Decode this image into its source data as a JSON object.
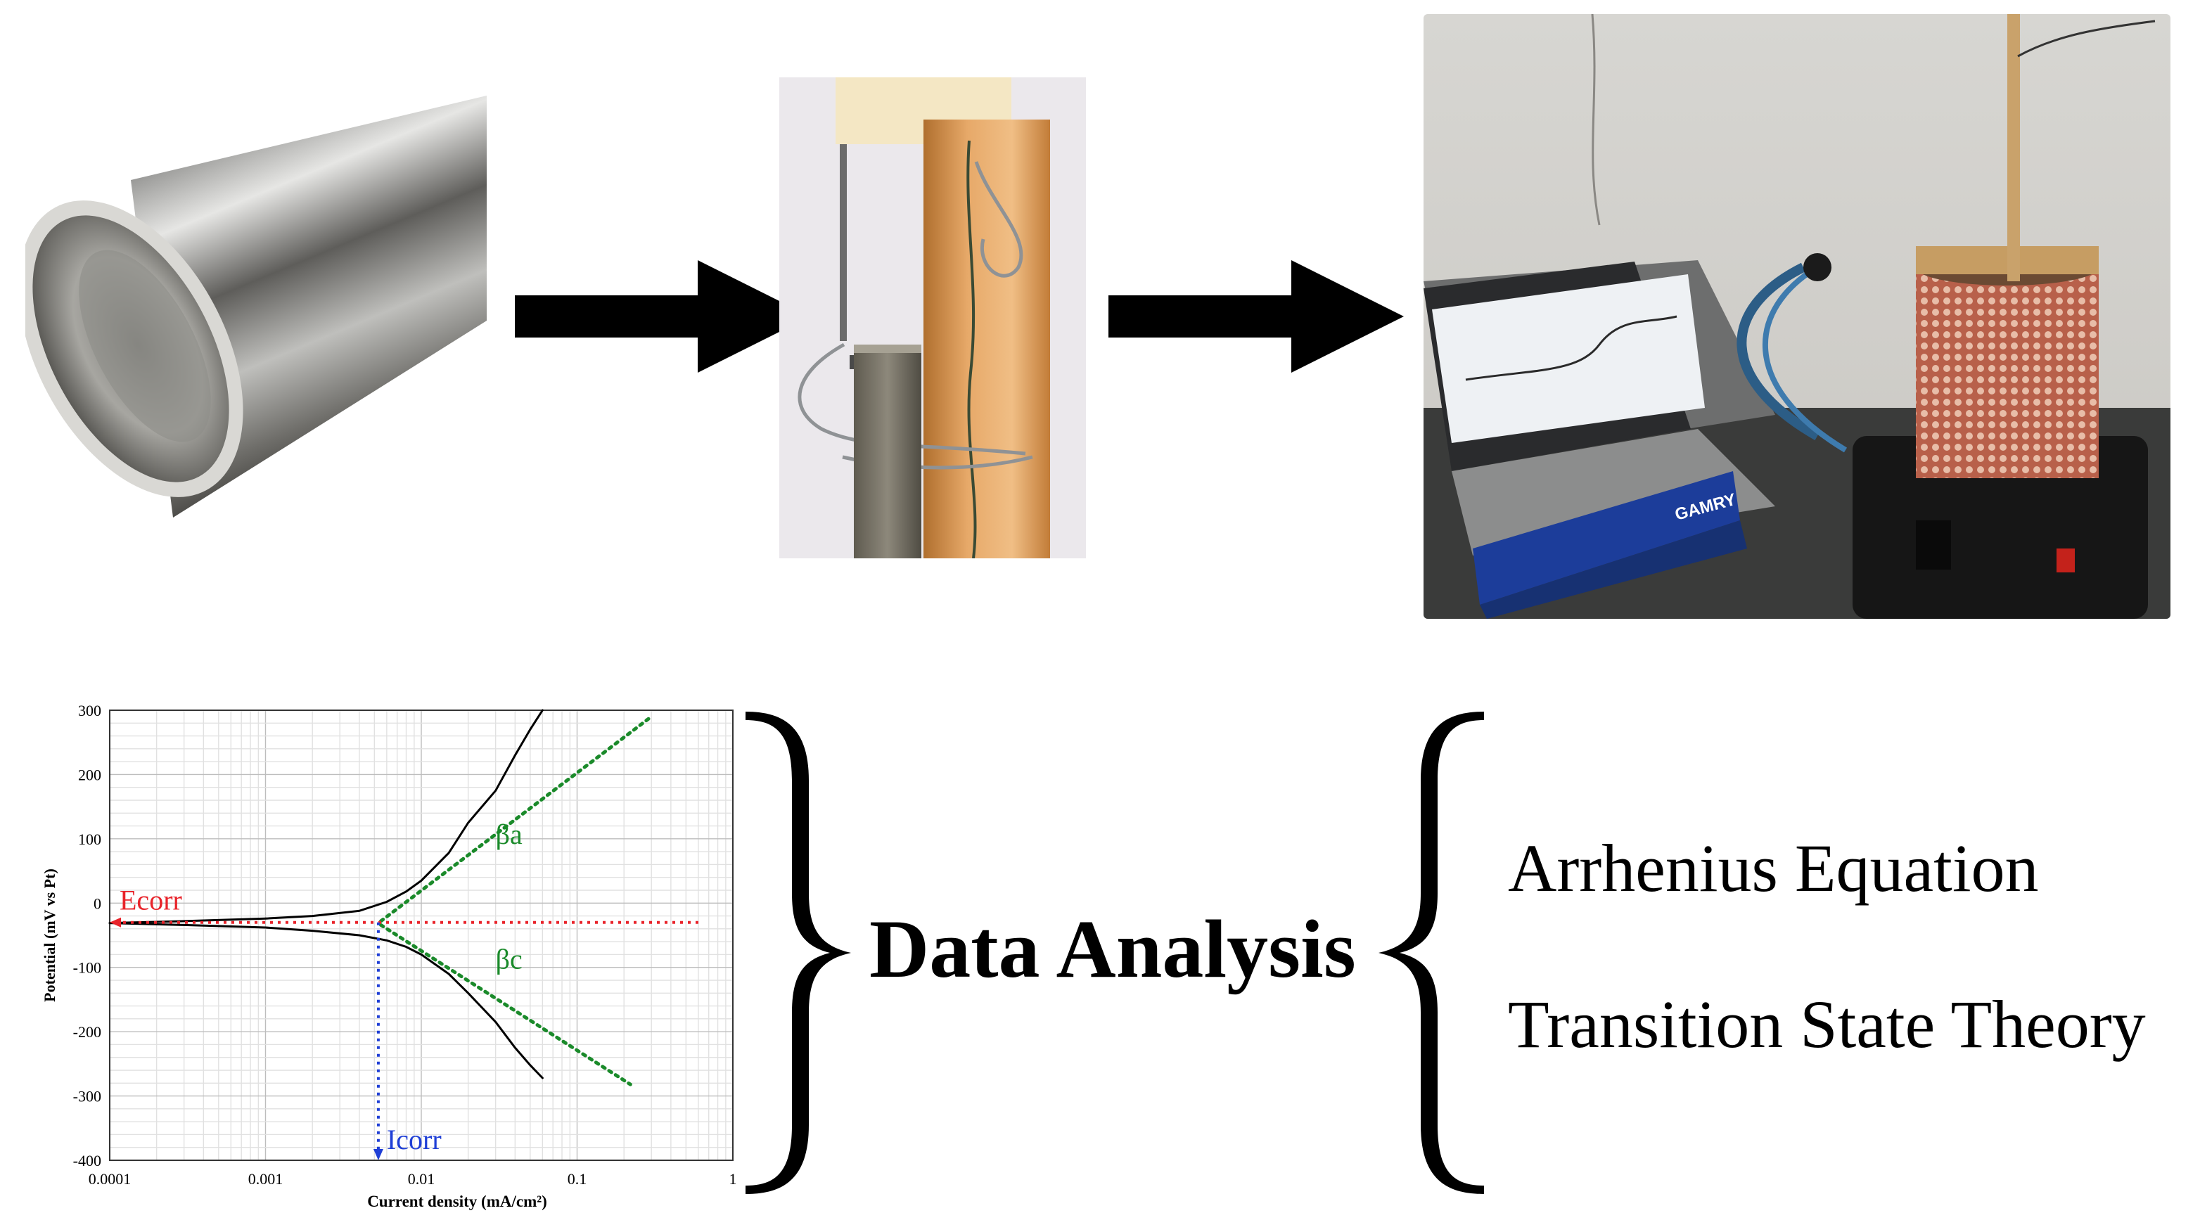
{
  "diagram": {
    "steps": [
      {
        "id": "pipe",
        "description_icon": "metal-pipe-icon"
      },
      {
        "id": "sample",
        "description_icon": "electrode-sample-icon"
      },
      {
        "id": "setup",
        "description_icon": "potentiostat-furnace-icon"
      }
    ],
    "center_label": "Data Analysis",
    "methods": [
      "Arrhenius Equation",
      "Transition State Theory"
    ],
    "setup_device_brand": "GAMRY",
    "colors": {
      "ecorr": "#e8232a",
      "icorr": "#1f3fd6",
      "tafel": "#1a8a2a",
      "curve": "#000000",
      "arrow": "#000000"
    }
  },
  "chart_data": {
    "type": "line",
    "xlabel": "Current density (mA/cm²)",
    "ylabel": "Potential (mV vs Pt)",
    "x_scale": "log",
    "xlim": [
      0.0001,
      1
    ],
    "ylim": [
      -400,
      300
    ],
    "x_ticks": [
      "0.0001",
      "0.001",
      "0.01",
      "0.1",
      "1"
    ],
    "y_ticks": [
      "300",
      "200",
      "100",
      "0",
      "-100",
      "-200",
      "-300",
      "-400"
    ],
    "grid": true,
    "series": [
      {
        "role": "anodic-branch",
        "x": [
          0.0001,
          0.0003,
          0.001,
          0.002,
          0.004,
          0.006,
          0.008,
          0.01,
          0.015,
          0.02,
          0.03,
          0.04,
          0.05,
          0.06
        ],
        "y": [
          -31,
          -28,
          -24,
          -20,
          -12,
          2,
          18,
          35,
          78,
          125,
          175,
          230,
          270,
          300
        ]
      },
      {
        "role": "cathodic-branch",
        "x": [
          0.0001,
          0.0003,
          0.001,
          0.002,
          0.004,
          0.006,
          0.008,
          0.01,
          0.015,
          0.02,
          0.03,
          0.04,
          0.05,
          0.06
        ],
        "y": [
          -31,
          -34,
          -38,
          -43,
          -50,
          -58,
          -68,
          -80,
          -110,
          -140,
          -185,
          -225,
          -252,
          -272
        ]
      },
      {
        "role": "tafel-anodic",
        "x": [
          0.0055,
          0.3
        ],
        "y": [
          -28,
          290
        ]
      },
      {
        "role": "tafel-cathodic",
        "x": [
          0.0055,
          0.22
        ],
        "y": [
          -34,
          -282
        ]
      }
    ],
    "annotations": [
      {
        "text": "Ecorr",
        "y": -30,
        "color": "#e8232a"
      },
      {
        "text": "Icorr",
        "x": 0.0053,
        "color": "#1f3fd6"
      },
      {
        "text": "βa",
        "x": 0.03,
        "y": 92,
        "color": "#1a8a2a"
      },
      {
        "text": "βc",
        "x": 0.03,
        "y": -102,
        "color": "#1a8a2a"
      }
    ]
  }
}
